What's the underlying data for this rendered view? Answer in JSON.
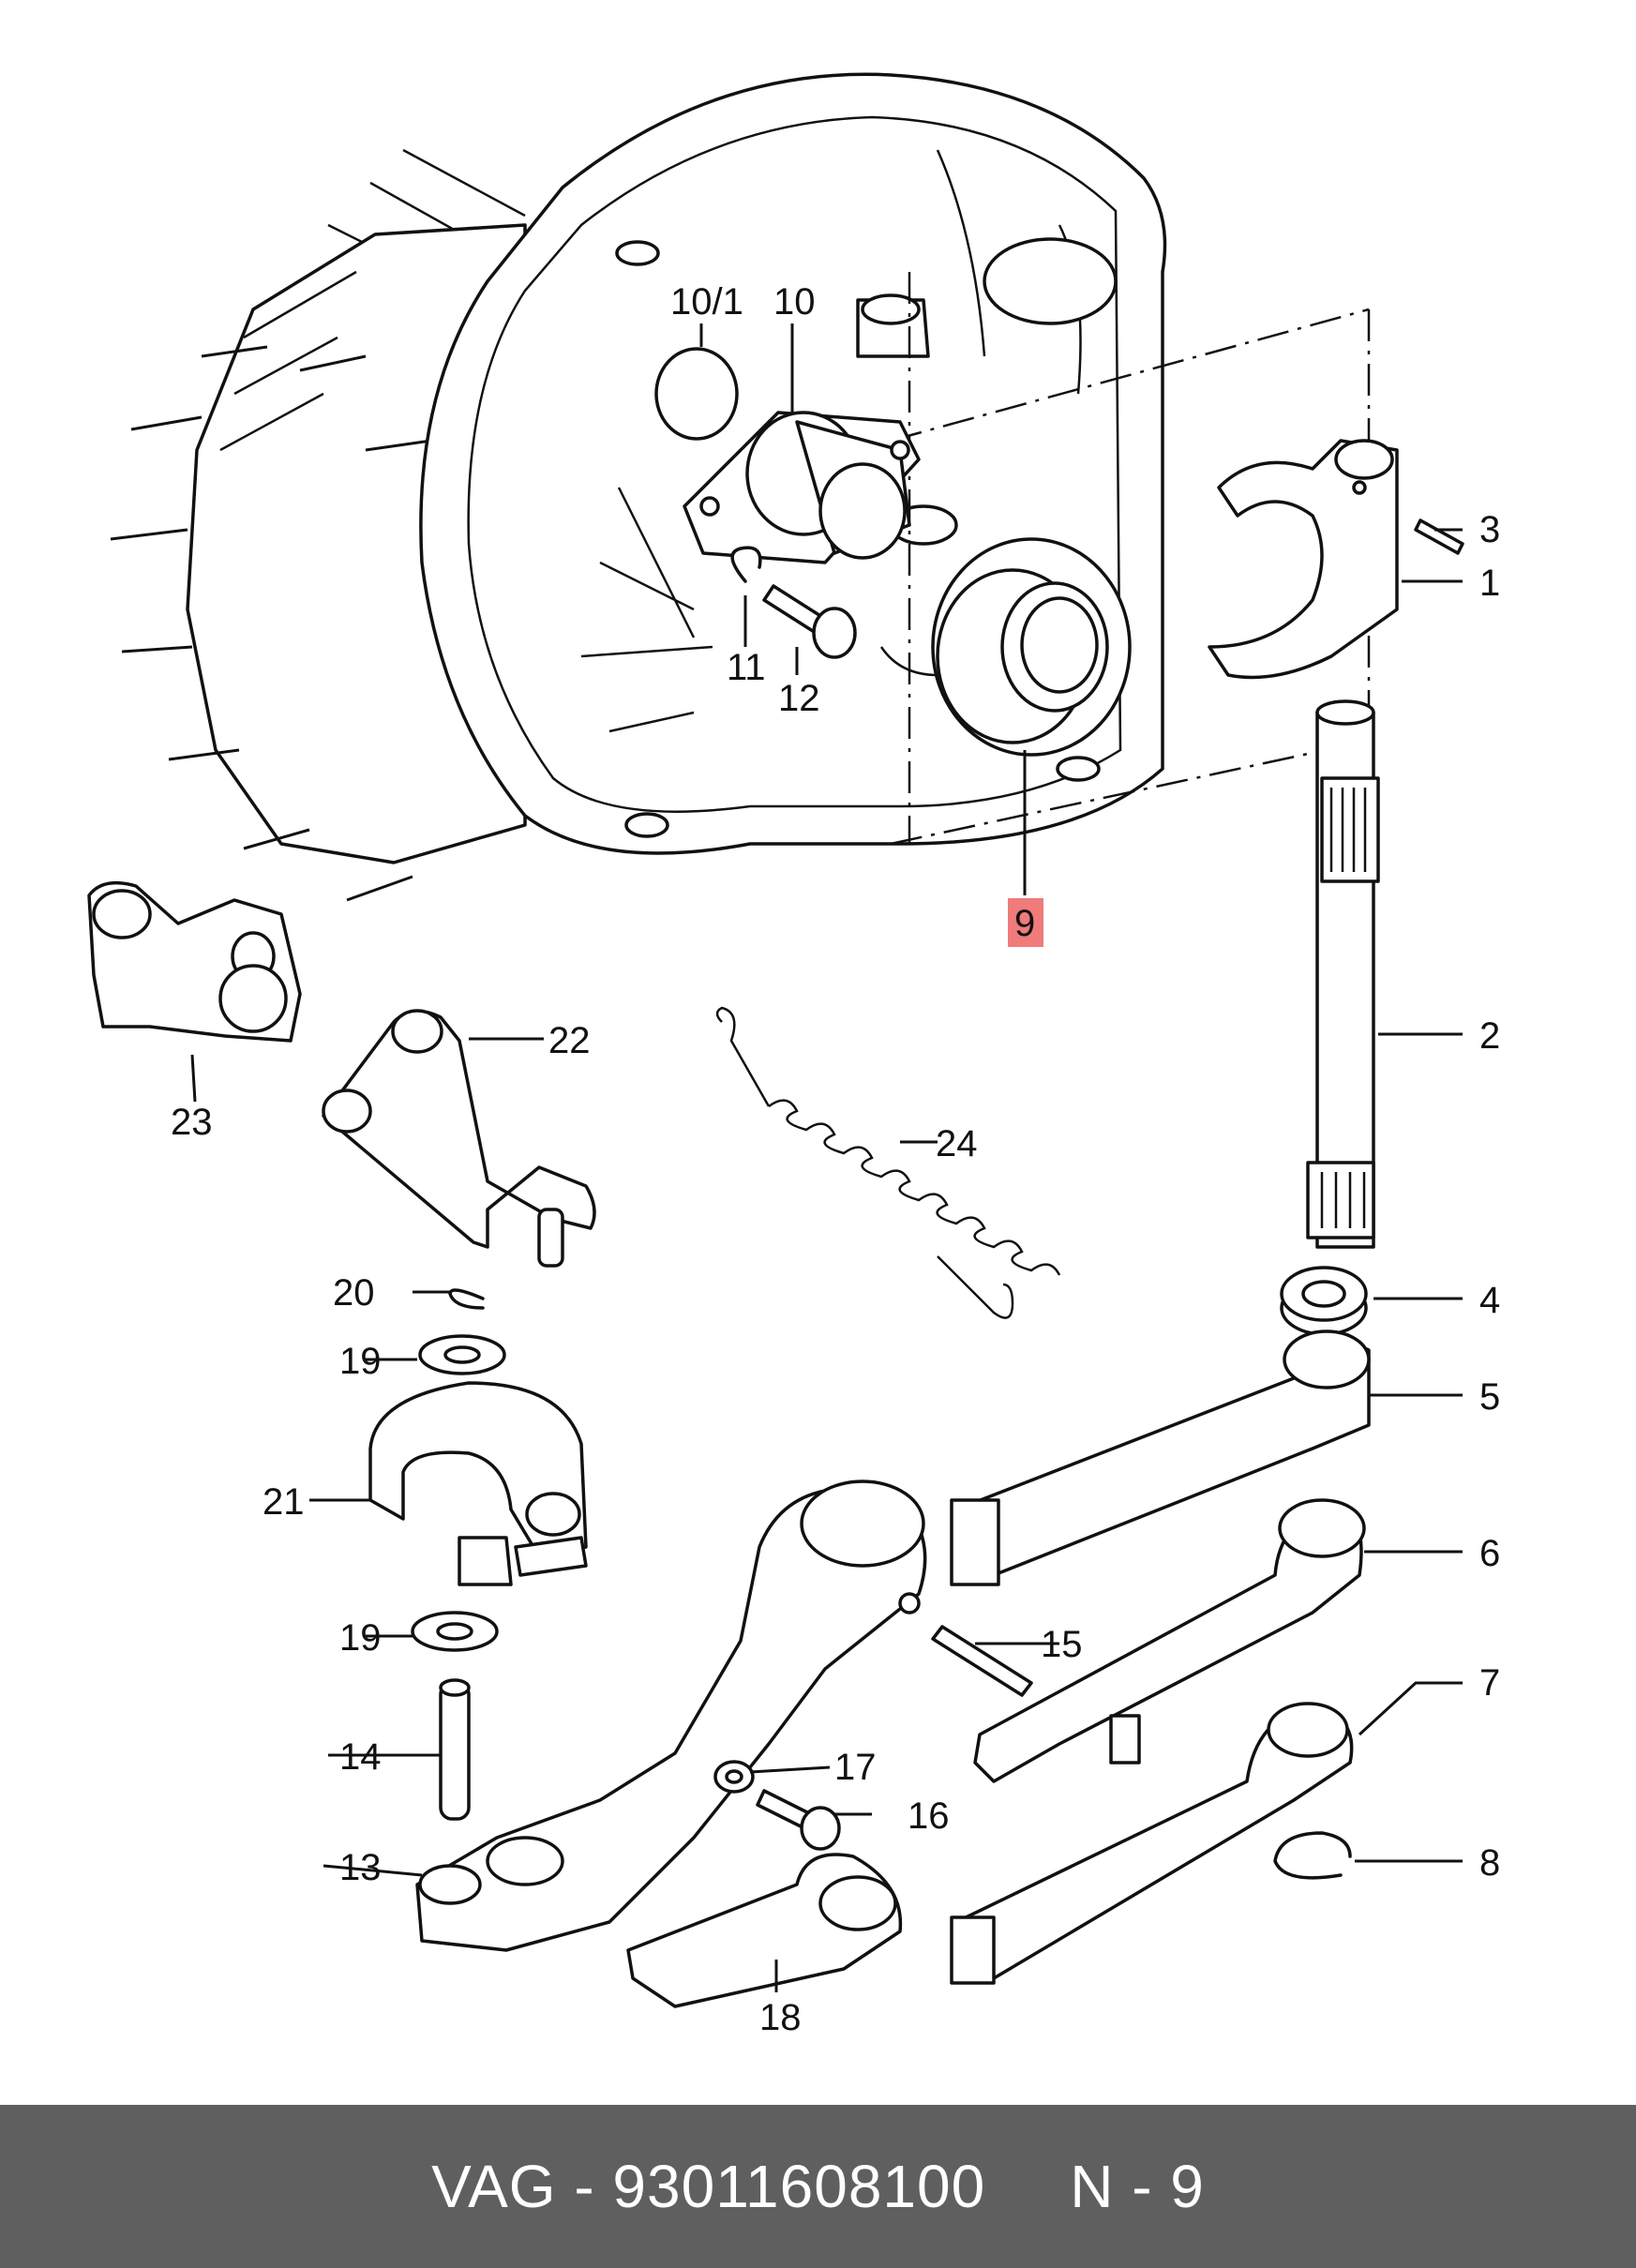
{
  "labels": {
    "l1": "1",
    "l2": "2",
    "l3": "3",
    "l4": "4",
    "l5": "5",
    "l6": "6",
    "l7": "7",
    "l8": "8",
    "l9": "9",
    "l10": "10",
    "l10_1": "10/1",
    "l11": "11",
    "l12": "12",
    "l13": "13",
    "l14": "14",
    "l15": "15",
    "l16": "16",
    "l17": "17",
    "l18": "18",
    "l19a": "19",
    "l19b": "19",
    "l20": "20",
    "l21": "21",
    "l22": "22",
    "l23": "23",
    "l24": "24"
  },
  "highlight_color": "#f07b7b",
  "footer": {
    "brand_part": "VAG - 93011608100",
    "position": "N - 9"
  }
}
